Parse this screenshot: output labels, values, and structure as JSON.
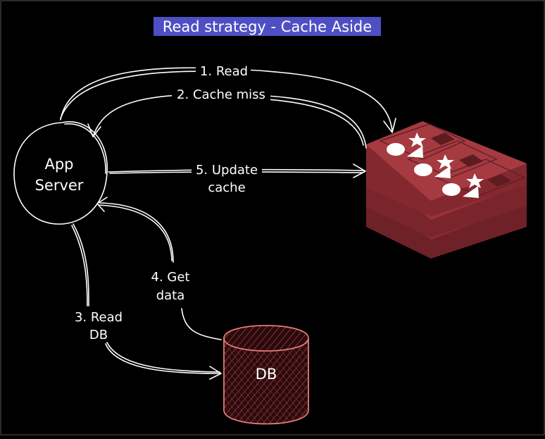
{
  "title": "Read strategy - Cache Aside",
  "colors": {
    "background": "#000000",
    "title_highlight": "#4f4fc4",
    "cache": "#8e2d34",
    "cache_light": "#a53a41",
    "db_stroke": "#e07c78",
    "db_hatch": "#b34a4e",
    "line": "#ffffff"
  },
  "nodes": {
    "app_server": {
      "line1": "App",
      "line2": "Server"
    },
    "cache": {
      "icon": "redis-cache-icon"
    },
    "db": {
      "label": "DB"
    }
  },
  "edges": [
    {
      "id": "read",
      "line1": "1. Read"
    },
    {
      "id": "cache_miss",
      "line1": "2. Cache miss"
    },
    {
      "id": "read_db",
      "line1": "3. Read",
      "line2": "DB"
    },
    {
      "id": "get_data",
      "line1": "4. Get",
      "line2": "data"
    },
    {
      "id": "update_cache",
      "line1": "5. Update",
      "line2": "cache"
    }
  ]
}
